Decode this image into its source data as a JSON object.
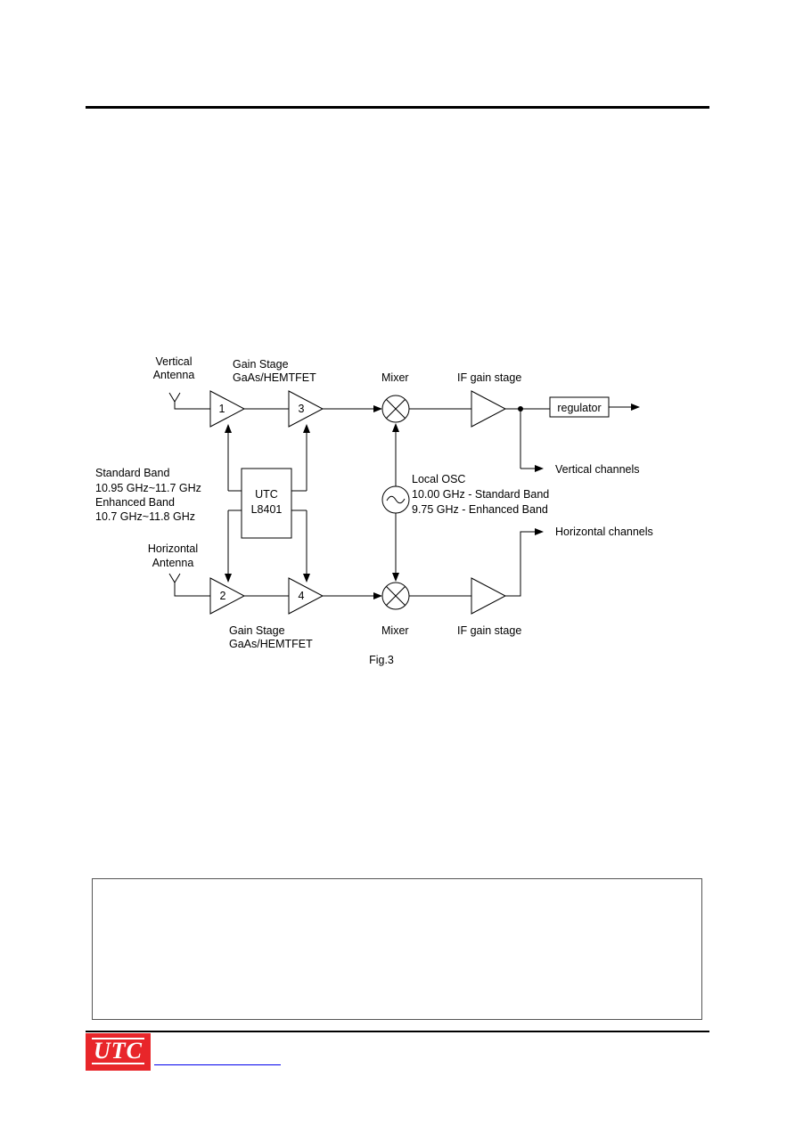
{
  "diagram": {
    "vertical_antenna": [
      "Vertical",
      "Antenna"
    ],
    "horizontal_antenna": [
      "Horizontal",
      "Antenna"
    ],
    "gain_stage_top": [
      "Gain Stage",
      "GaAs/HEMTFET"
    ],
    "gain_stage_bottom": [
      "Gain Stage",
      "GaAs/HEMTFET"
    ],
    "mixer_top": "Mixer",
    "mixer_bottom": "Mixer",
    "if_gain_top": "IF gain stage",
    "if_gain_bottom": "IF gain stage",
    "regulator": "regulator",
    "vertical_channels": "Vertical channels",
    "horizontal_channels": "Horizontal channels",
    "band_info": [
      "Standard Band",
      "10.95 GHz~11.7 GHz",
      "Enhanced Band",
      "10.7 GHz~11.8 GHz"
    ],
    "chip": [
      "UTC",
      "L8401"
    ],
    "local_osc": [
      "Local OSC",
      "10.00 GHz - Standard Band",
      "9.75 GHz - Enhanced Band"
    ],
    "amp_labels": [
      "1",
      "3",
      "2",
      "4"
    ],
    "caption": "Fig.3"
  },
  "footer": {
    "logo_text": "UTC",
    "logo_color": "#e8262a",
    "link_color": "#0000ee"
  }
}
